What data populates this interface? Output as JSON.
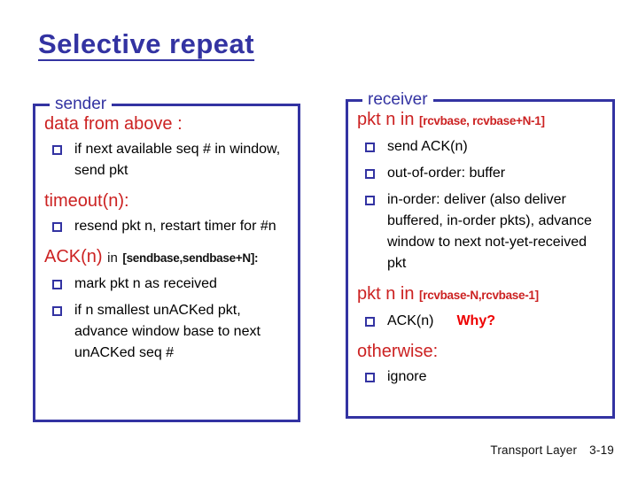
{
  "title": "Selective repeat",
  "colors": {
    "accent_blue": "#3333a2",
    "heading_red": "#cc2222",
    "emphasis_red": "#ee0000",
    "body_text": "#000000"
  },
  "sender": {
    "label": "sender",
    "data_from_above": {
      "heading": "data from above :",
      "bullet": "if next available seq # in window, send pkt"
    },
    "timeout": {
      "heading": "timeout(n):",
      "bullet": "resend pkt n, restart timer for #n"
    },
    "ack": {
      "heading_red": "ACK(n)",
      "heading_mid": "in",
      "heading_range": "[sendbase,sendbase+N]:",
      "bullet1": "mark pkt n as received",
      "bullet2": "if n smallest unACKed pkt, advance window base to next unACKed seq #"
    }
  },
  "receiver": {
    "label": "receiver",
    "pkt_in_window": {
      "heading_red": "pkt n in",
      "heading_range": "[rcvbase, rcvbase+N-1]",
      "bullet1": "send ACK(n)",
      "bullet2": "out-of-order: buffer",
      "bullet3": "in-order: deliver (also deliver buffered, in-order pkts), advance window to next not-yet-received pkt"
    },
    "pkt_below_window": {
      "heading_red": "pkt n in",
      "heading_range": "[rcvbase-N,rcvbase-1]",
      "bullet": "ACK(n)",
      "why": "Why?"
    },
    "otherwise": {
      "heading": "otherwise:",
      "bullet": "ignore"
    }
  },
  "footer": {
    "label": "Transport Layer",
    "page": "3-19"
  }
}
